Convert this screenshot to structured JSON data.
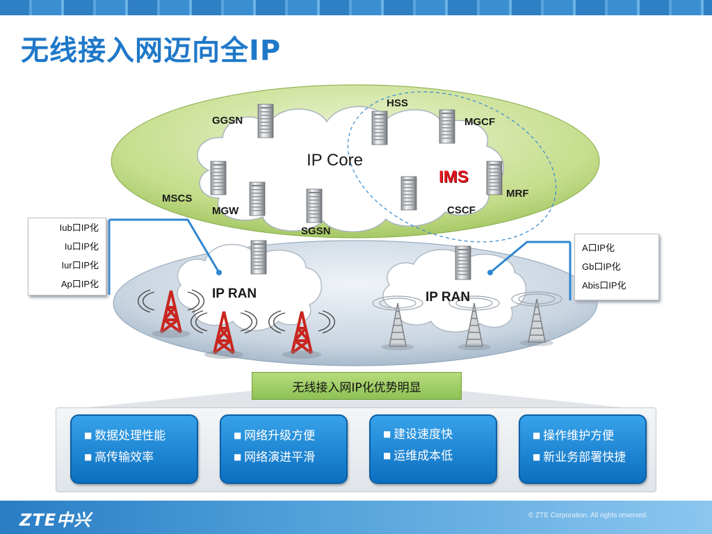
{
  "slide_title": "无线接入网迈向全IP",
  "core": {
    "cloud_label": "IP Core",
    "ims_label": "IMS",
    "nodes": {
      "hss": "HSS",
      "ggsn": "GGSN",
      "mgcf": "MGCF",
      "mscs": "MSCS",
      "mgw": "MGW",
      "sgsn": "SGSN",
      "cscf": "CSCF",
      "mrf": "MRF"
    }
  },
  "ran": {
    "left_label": "IP RAN",
    "right_label": "IP RAN"
  },
  "left_callout": [
    "Iub口IP化",
    "Iu口IP化",
    "Iur口IP化",
    "Ap口IP化"
  ],
  "right_callout": [
    "A口IP化",
    "Gb口IP化",
    "Abis口IP化"
  ],
  "advantage_banner": "无线接入网IP化优势明显",
  "advantages": [
    [
      "数据处理性能",
      "高传输效率"
    ],
    [
      "网络升级方便",
      "网络演进平滑"
    ],
    [
      "建设速度快",
      "运维成本低"
    ],
    [
      "操作维护方便",
      "新业务部署快捷"
    ]
  ],
  "footer": {
    "logo": "ZTE中兴",
    "copyright": "© ZTE Corporation. All rights reserved."
  },
  "colors": {
    "title": "#1f78c8",
    "core_ellipse": "#b9d77a",
    "ran_ellipse": "#aebfd1",
    "ims_text": "#e2161d",
    "advantage_box": "#1a86d6",
    "banner": "#a6d06a"
  }
}
